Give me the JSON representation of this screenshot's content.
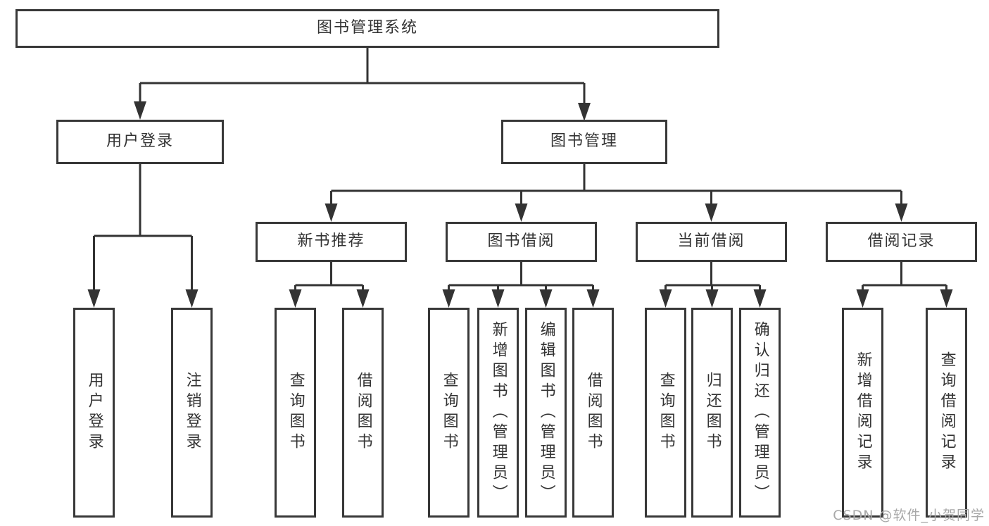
{
  "tree": {
    "root": {
      "label": "图书管理系统"
    },
    "branches": [
      {
        "label": "用户登录",
        "children": [
          {
            "label": "用户登录"
          },
          {
            "label": "注销登录"
          }
        ]
      },
      {
        "label": "图书管理",
        "groups": [
          {
            "label": "新书推荐",
            "children": [
              {
                "label": "查询图书"
              },
              {
                "label": "借阅图书"
              }
            ]
          },
          {
            "label": "图书借阅",
            "children": [
              {
                "label": "查询图书"
              },
              {
                "label": "新增图书（管理员）"
              },
              {
                "label": "编辑图书（管理员）"
              },
              {
                "label": "借阅图书"
              }
            ]
          },
          {
            "label": "当前借阅",
            "children": [
              {
                "label": "查询图书"
              },
              {
                "label": "归还图书"
              },
              {
                "label": "确认归还（管理员）"
              }
            ]
          },
          {
            "label": "借阅记录",
            "children": [
              {
                "label": "新增借阅记录"
              },
              {
                "label": "查询借阅记录"
              }
            ]
          }
        ]
      }
    ]
  },
  "watermark": {
    "text": "CSDN @软件_小贺同学"
  },
  "colors": {
    "line": "#333333",
    "box_border": "#383838",
    "text": "#333333",
    "watermark": "#a8a8a8",
    "background": "#ffffff"
  }
}
